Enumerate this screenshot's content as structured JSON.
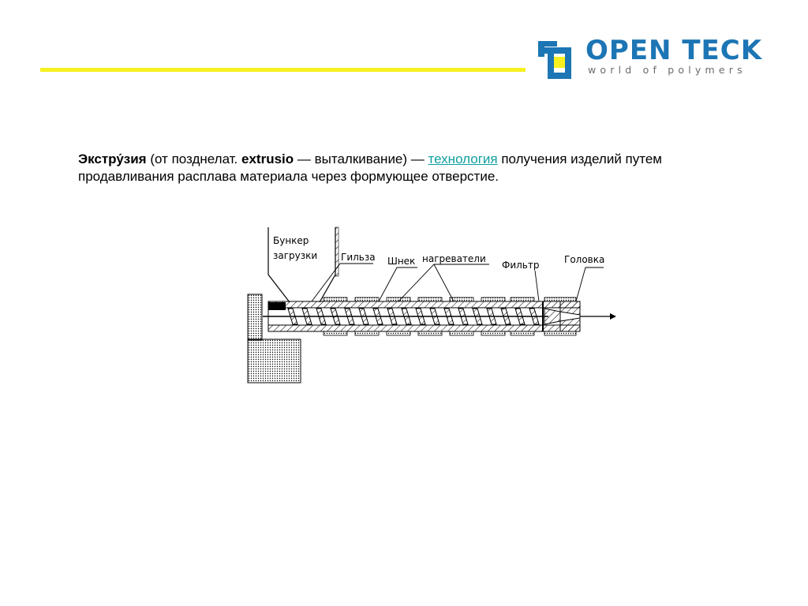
{
  "brand": {
    "name": "OPEN TECK",
    "tagline": "world of polymers",
    "colors": {
      "primary": "#1c75b4",
      "accent": "#f7f01e",
      "tagline": "#6b6b6b"
    }
  },
  "definition": {
    "term": "Экстру́зия",
    "part1": " (от позднелат. ",
    "latin": "extrusio",
    "part2": " — выталкивание) — ",
    "link": "технология",
    "part3": " получения изделий путем продавливания расплава материала через формующее отверстие.",
    "link_color": "#0e9fa0"
  },
  "diagram": {
    "labels": {
      "hopper_line1": "Бункер",
      "hopper_line2": "загрузки",
      "barrel": "Гильза",
      "screw": "Шнек",
      "heaters": "нагреватели",
      "filter": "Фильтр",
      "die_head": "Головка"
    }
  }
}
